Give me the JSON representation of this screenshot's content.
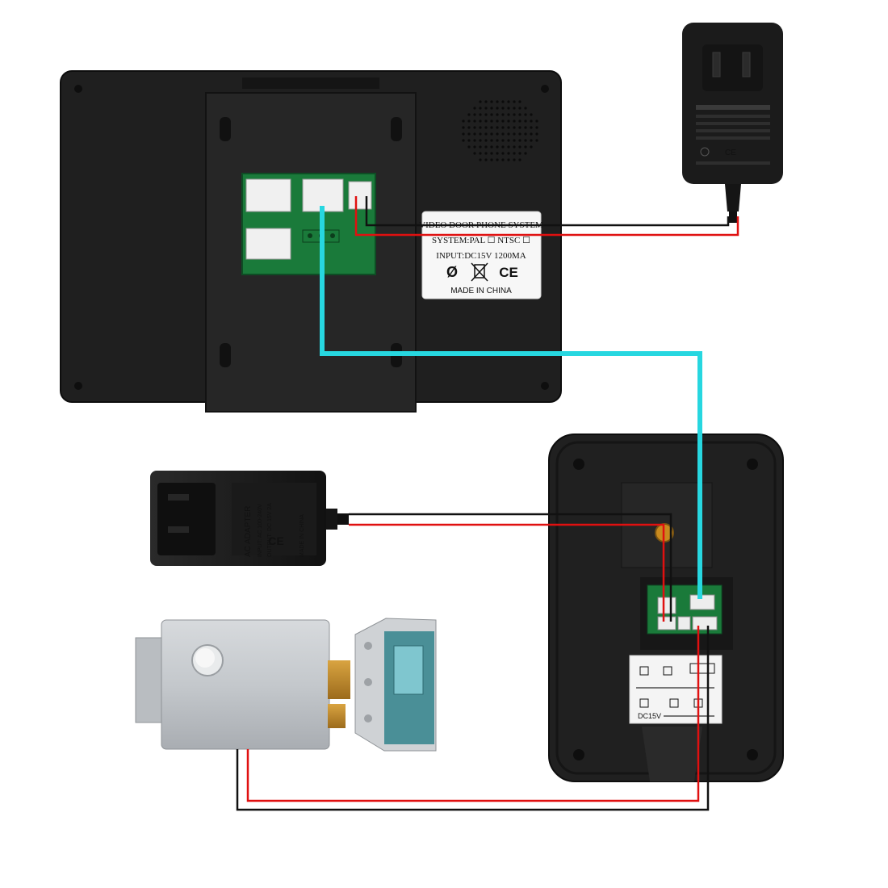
{
  "monitor_label": {
    "title": "VIDEO DOOR PHONE SYSTEM",
    "system": "SYSTEM:PAL ☐ NTSC ☐",
    "input": "INPUT:DC15V  1200MA",
    "made_in": "MADE IN CHINA",
    "cert_left": "Ø",
    "cert_right": "CE"
  },
  "adapter_top": {
    "marks": "CE"
  },
  "adapter_mid": {
    "title": "AC ADAPTER",
    "input": "INPUT: AC 100-240V",
    "output": "OUTPUT: DC 15V 2A",
    "made_in": "MADE IN CHINA",
    "ce": "CE"
  },
  "outdoor_label": {
    "bottom": "DC15V"
  },
  "colors": {
    "video_wire": "#27d7e0",
    "positive_wire": "#e01010",
    "negative_wire": "#111111",
    "device_body": "#1c1c1c",
    "pcb": "#1a7a3a"
  }
}
